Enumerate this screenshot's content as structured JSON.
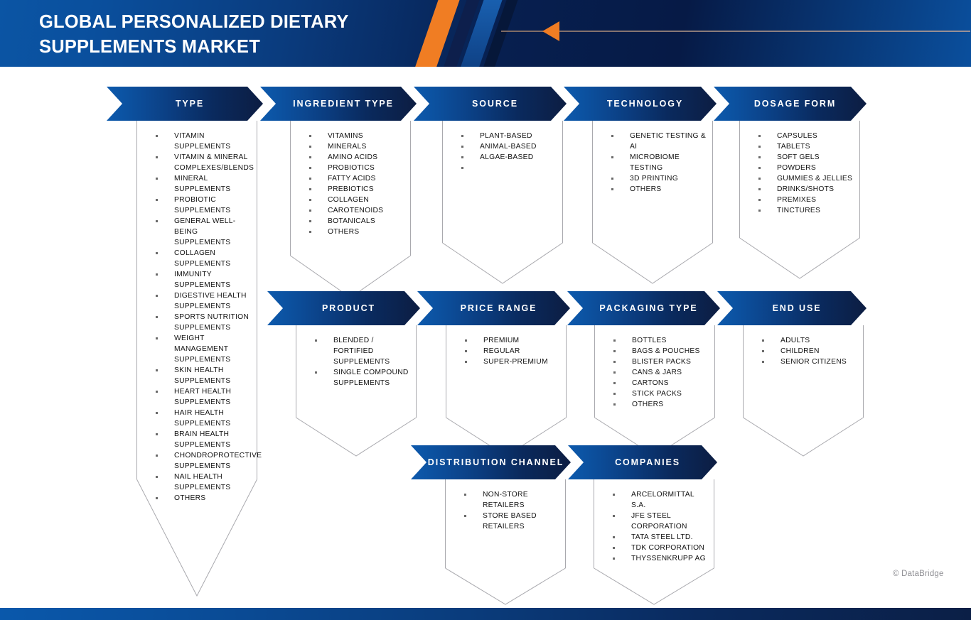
{
  "header": {
    "title": "GLOBAL PERSONALIZED DIETARY\nSUPPLEMENTS MARKET",
    "accent_orange": "#f07d23",
    "brand_blue": "#0b55a4",
    "brand_navy": "#0c1d42"
  },
  "footer": {
    "copyright": "© DataBridge"
  },
  "segments": [
    {
      "title": "TYPE",
      "items": [
        "VITAMIN SUPPLEMENTS",
        "VITAMIN & MINERAL COMPLEXES/BLENDS",
        "MINERAL SUPPLEMENTS",
        "PROBIOTIC SUPPLEMENTS",
        "GENERAL WELL-BEING SUPPLEMENTS",
        "COLLAGEN SUPPLEMENTS",
        "IMMUNITY SUPPLEMENTS",
        "DIGESTIVE HEALTH SUPPLEMENTS",
        "SPORTS NUTRITION SUPPLEMENTS",
        "WEIGHT MANAGEMENT SUPPLEMENTS",
        "SKIN HEALTH SUPPLEMENTS",
        "HEART HEALTH SUPPLEMENTS",
        "HAIR HEALTH SUPPLEMENTS",
        "BRAIN HEALTH SUPPLEMENTS",
        "CHONDROPROTECTIVE SUPPLEMENTS",
        "NAIL HEALTH SUPPLEMENTS",
        "OTHERS"
      ]
    },
    {
      "title": "INGREDIENT TYPE",
      "items": [
        "VITAMINS",
        "MINERALS",
        "AMINO ACIDS",
        "PROBIOTICS",
        "FATTY ACIDS",
        "PREBIOTICS",
        "COLLAGEN",
        "CAROTENOIDS",
        "BOTANICALS",
        "OTHERS"
      ]
    },
    {
      "title": "SOURCE",
      "items": [
        "PLANT-BASED",
        "ANIMAL-BASED",
        "ALGAE-BASED",
        ""
      ]
    },
    {
      "title": "TECHNOLOGY",
      "items": [
        "GENETIC TESTING & AI",
        "MICROBIOME TESTING",
        "3D PRINTING",
        "OTHERS"
      ]
    },
    {
      "title": "DOSAGE FORM",
      "items": [
        "CAPSULES",
        "TABLETS",
        "SOFT GELS",
        "POWDERS",
        "GUMMIES & JELLIES",
        "DRINKS/SHOTS",
        "PREMIXES",
        "TINCTURES"
      ]
    },
    {
      "title": "PRODUCT",
      "items": [
        "BLENDED / FORTIFIED SUPPLEMENTS",
        "SINGLE COMPOUND SUPPLEMENTS"
      ]
    },
    {
      "title": "PRICE RANGE",
      "items": [
        "PREMIUM",
        "REGULAR",
        "SUPER-PREMIUM"
      ]
    },
    {
      "title": "PACKAGING TYPE",
      "items": [
        "BOTTLES",
        "BAGS & POUCHES",
        "BLISTER PACKS",
        "CANS & JARS",
        "CARTONS",
        "STICK PACKS",
        "OTHERS"
      ]
    },
    {
      "title": "END USE",
      "items": [
        "ADULTS",
        "CHILDREN",
        "SENIOR CITIZENS"
      ]
    },
    {
      "title": "DISTRIBUTION CHANNEL",
      "items": [
        "NON-STORE RETAILERS",
        "STORE BASED RETAILERS"
      ]
    },
    {
      "title": "COMPANIES",
      "items": [
        "ARCELORMITTAL S.A.",
        "JFE STEEL CORPORATION",
        "TATA STEEL LTD.",
        "TDK CORPORATION",
        "THYSSENKRUPP AG"
      ]
    }
  ]
}
